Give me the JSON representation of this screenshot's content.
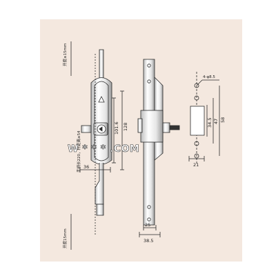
{
  "labels": {
    "left_top_vertical": "开度≥15mm",
    "left_bottom_vertical": "开度15mm",
    "left_mid_vertical": "手柄长220，杆距离≥54",
    "dim_101_6": "101.6",
    "dim_128": "128",
    "dim_36": "36",
    "dim_25": "25",
    "dim_38_5": "38.5",
    "dim_holes": "4-φ8.5",
    "dim_34_5": "34.5",
    "dim_47": "47",
    "dim_58": "58",
    "dim_21": "21"
  },
  "watermark": "W * * * .COM",
  "colors": {
    "sheet": "#f4e8df",
    "line": "#2a2a2a",
    "part": "#f2f2f2"
  }
}
